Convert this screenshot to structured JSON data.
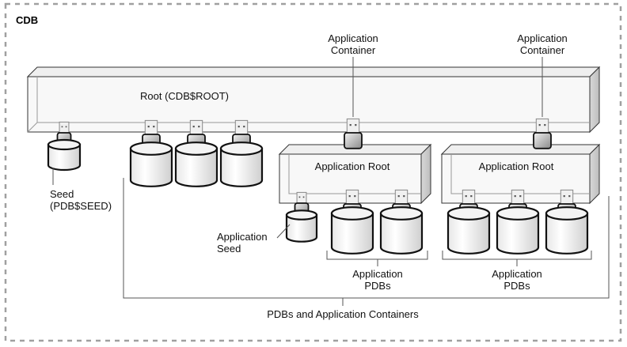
{
  "diagram": {
    "title": "CDB",
    "root": {
      "label": "Root (CDB$ROOT)"
    },
    "seed": {
      "label_line1": "Seed",
      "label_line2": "(PDB$SEED)"
    },
    "standalone_pdbs": {
      "count": 3
    },
    "application_containers": [
      {
        "callout_line1": "Application",
        "callout_line2": "Container",
        "app_root_label": "Application Root",
        "has_app_seed": true,
        "app_seed_line1": "Application",
        "app_seed_line2": "Seed",
        "app_pdb_count": 2,
        "app_pdbs_line1": "Application",
        "app_pdbs_line2": "PDBs"
      },
      {
        "callout_line1": "Application",
        "callout_line2": "Container",
        "app_root_label": "Application Root",
        "has_app_seed": false,
        "app_pdb_count": 3,
        "app_pdbs_line1": "Application",
        "app_pdbs_line2": "PDBs"
      }
    ],
    "group_label": "PDBs and Application Containers",
    "colors": {
      "border_dash": "#a0a0a0",
      "box_fill": "#f7f7f7",
      "box_side": "#cccccc",
      "line": "#555555",
      "cyl_stroke": "#111111"
    }
  }
}
